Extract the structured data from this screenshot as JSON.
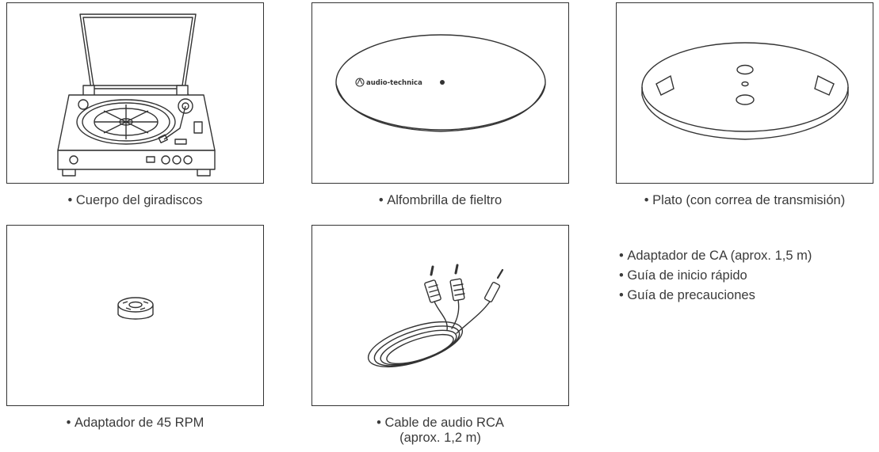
{
  "items": [
    {
      "caption": "Cuerpo del giradiscos"
    },
    {
      "caption": "Alfombrilla de fieltro",
      "brand_text": "audio-technica"
    },
    {
      "caption": "Plato (con correa de transmisión)"
    },
    {
      "caption": "Adaptador de 45 RPM"
    },
    {
      "caption_line1": "Cable de audio RCA",
      "caption_line2": "(aprox. 1,2 m)"
    }
  ],
  "extra_items": [
    "Adaptador de CA (aprox. 1,5 m)",
    "Guía de inicio rápido",
    "Guía de precauciones"
  ],
  "colors": {
    "line": "#333333",
    "text": "#3a3a3a",
    "background": "#ffffff"
  }
}
